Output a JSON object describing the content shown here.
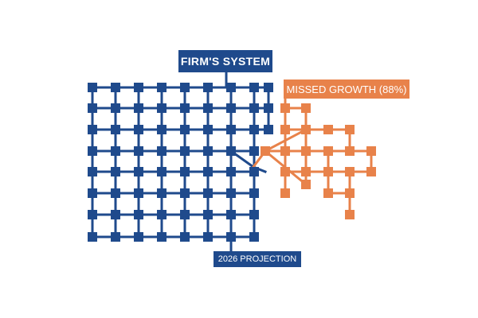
{
  "labels": {
    "system": "FIRM'S SYSTEM",
    "missed": "MISSED GROWTH (88%)",
    "projection": "2026 PROJECTION"
  },
  "colors": {
    "blue": "#1f4a8c",
    "orange": "#e8824a",
    "background": "#ffffff"
  }
}
